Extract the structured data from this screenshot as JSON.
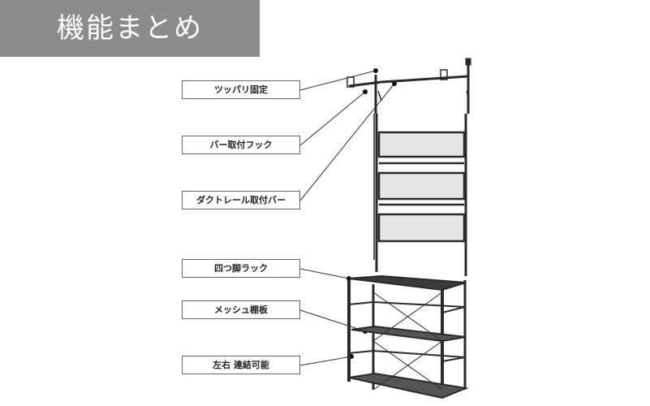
{
  "title": "機能まとめ",
  "labels": [
    "ツッパリ固定",
    "バー取付フック",
    "ダクトレール取付バー",
    "四つ脚ラック",
    "メッシュ棚板",
    "左右 連結可能"
  ],
  "colors": {
    "title_bg": "#8c8c8c",
    "title_text": "#ffffff",
    "frame": "#2a2a2a",
    "mesh": "#e6e6e6"
  }
}
